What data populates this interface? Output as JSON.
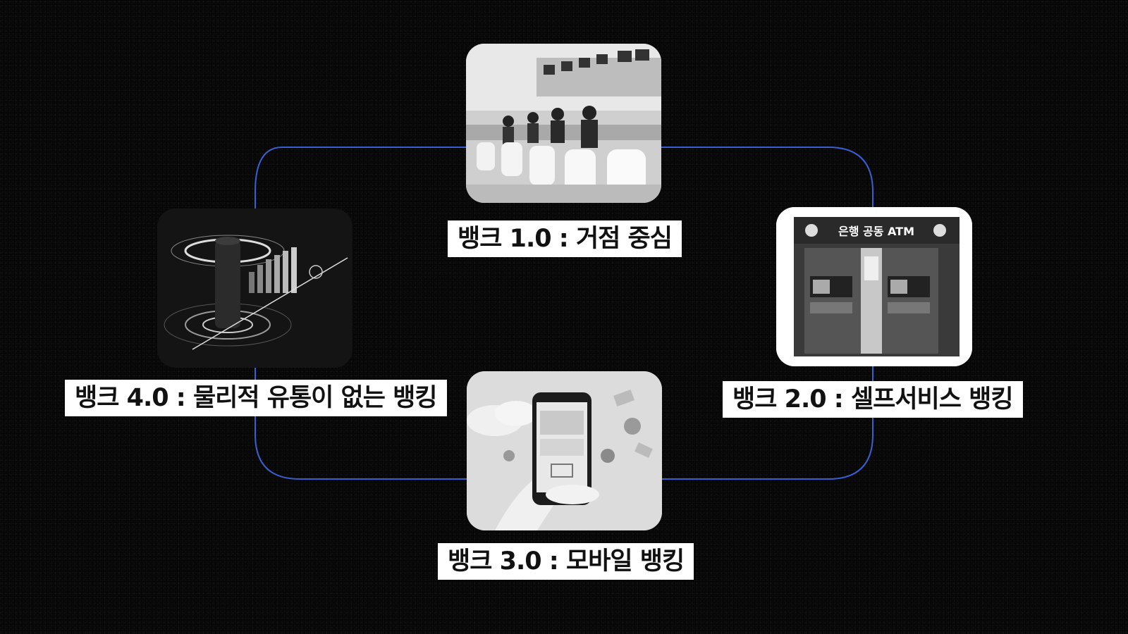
{
  "colors": {
    "background": "#060606",
    "loop": "#3a5fd0",
    "label_bg": "#ffffff",
    "label_text": "#111111"
  },
  "stages": [
    {
      "id": "bank1",
      "label": "뱅크 1.0 : 거점 중심",
      "image": "bank-branch-photo"
    },
    {
      "id": "bank2",
      "label": "뱅크 2.0 : 셀프서비스 뱅킹",
      "image": "atm-booth-photo",
      "sign": "은행 공동 ATM"
    },
    {
      "id": "bank3",
      "label": "뱅크 3.0 : 모바일 뱅킹",
      "image": "mobile-phone-photo"
    },
    {
      "id": "bank4",
      "label": "뱅크 4.0 : 물리적 유통이 없는 뱅킹",
      "image": "smart-speaker-photo"
    }
  ]
}
